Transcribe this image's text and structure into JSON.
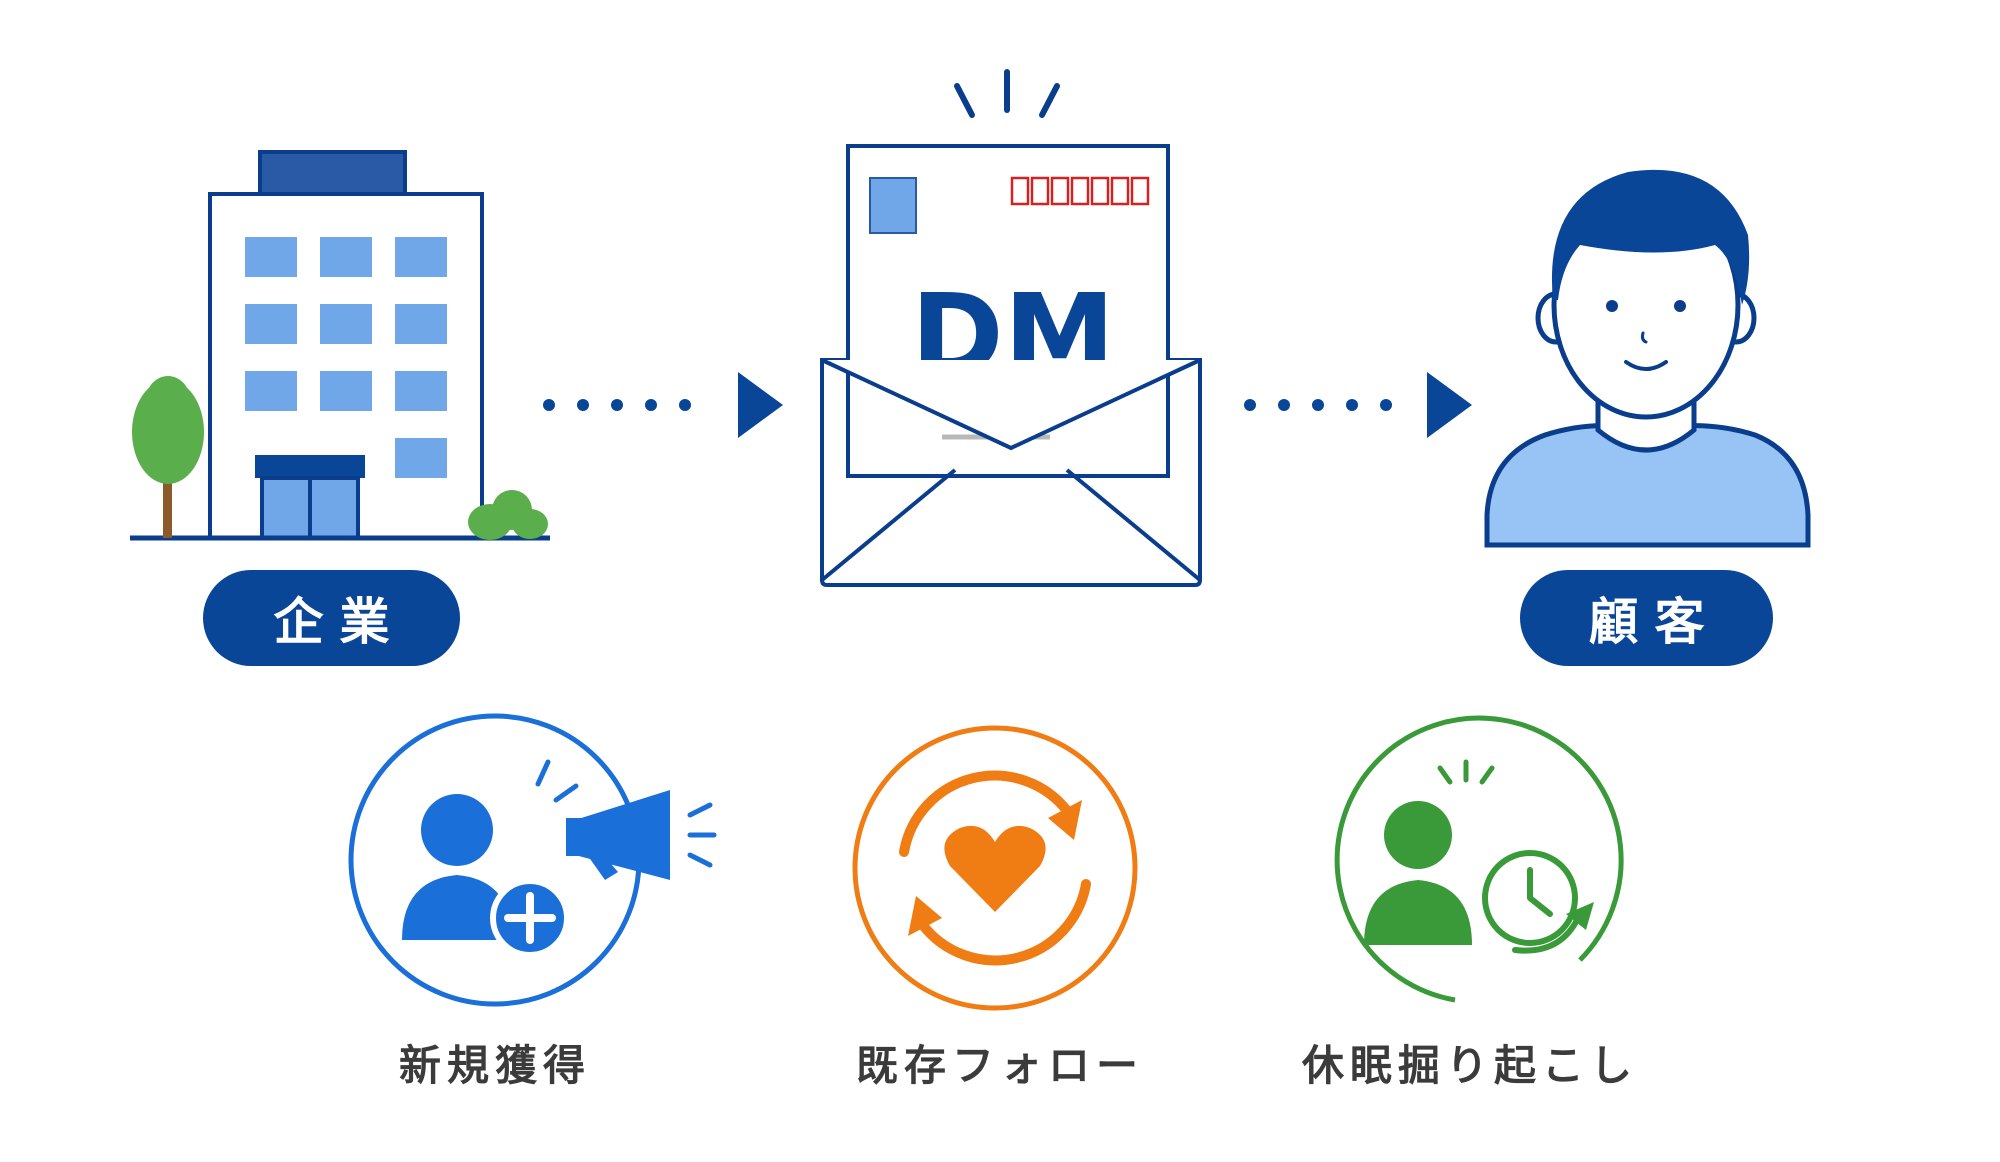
{
  "diagram": {
    "nodes": {
      "company": {
        "label": "企業"
      },
      "dm": {
        "letter_text": "DM",
        "postal_boxes": 7
      },
      "customer": {
        "label": "顧客"
      }
    },
    "flow": [
      "company",
      "dm",
      "customer"
    ],
    "purposes": [
      {
        "label": "新規獲得",
        "color": "#1a6fd9",
        "icon": "user-add-megaphone-icon"
      },
      {
        "label": "既存フォロー",
        "color": "#f07c14",
        "icon": "heart-cycle-icon"
      },
      {
        "label": "休眠掘り起こし",
        "color": "#3a9a3a",
        "icon": "user-clock-revive-icon"
      }
    ]
  },
  "colors": {
    "navy": "#0a4698",
    "building_window": "#6fa7e8",
    "tree": "#5aae4c",
    "postal_red": "#d22222",
    "shirt": "#98c4f5"
  }
}
